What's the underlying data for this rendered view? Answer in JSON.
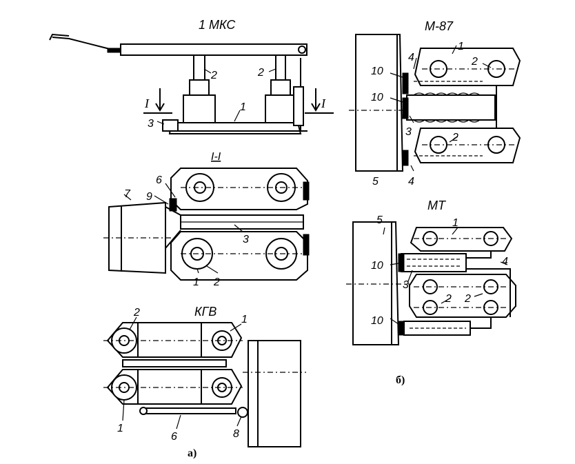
{
  "figure": {
    "views": {
      "mks": {
        "title": "1 МКС",
        "section_label": "I-I",
        "section_mark": "I"
      },
      "kgv": {
        "title": "КГВ",
        "sub_label": "а)"
      },
      "m87": {
        "title": "М-87"
      },
      "mt": {
        "title": "МТ",
        "sub_label": "б)"
      }
    },
    "callouts": {
      "n1": "1",
      "n2": "2",
      "n3": "3",
      "n4": "4",
      "n5": "5",
      "n6": "6",
      "n7": "7",
      "n8": "8",
      "n9": "9",
      "n10": "10"
    }
  }
}
